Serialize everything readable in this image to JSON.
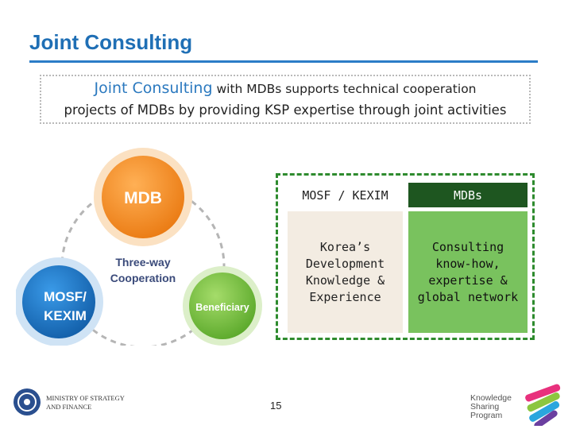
{
  "title": "Joint Consulting",
  "intro": {
    "highlight": "Joint Consulting",
    "line1_rest": " with MDBs supports technical cooperation",
    "line2": "projects of MDBs by providing KSP expertise through joint activities"
  },
  "cycle": {
    "top_node": "MDB",
    "left_node_line1": "MOSF/",
    "left_node_line2": "KEXIM",
    "right_node": "Beneficiary",
    "center_line1": "Three-way",
    "center_line2": "Cooperation"
  },
  "table": {
    "col1_header": "MOSF / KEXIM",
    "col2_header": "MDBs",
    "col1_body": [
      "Korea’s",
      "Development",
      "Knowledge &",
      "Experience"
    ],
    "col2_body": [
      "Consulting",
      "know-how,",
      "expertise &",
      "global network"
    ]
  },
  "footer": {
    "ministry_line1": "MINISTRY OF STRATEGY",
    "ministry_line2": "AND FINANCE",
    "page_number": "15",
    "ksp_line1": "Knowledge",
    "ksp_line2": "Sharing",
    "ksp_line3": "Program"
  },
  "colors": {
    "title": "#1f6fb5",
    "mdb_orange": "#f08a24",
    "mosf_blue": "#1c74c4",
    "beneficiary_green": "#7cc242",
    "panel_green": "#2e8b2e",
    "header_dark_green": "#1e5620"
  }
}
